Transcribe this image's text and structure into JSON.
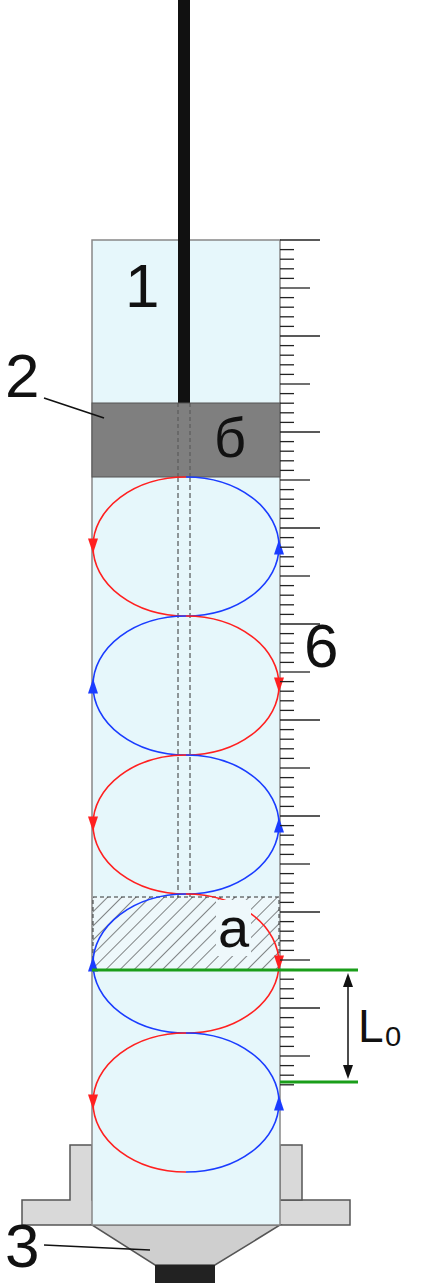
{
  "diagram": {
    "labels": [
      "1",
      "2",
      "б",
      "6",
      "а",
      "L₀",
      "3"
    ]
  }
}
